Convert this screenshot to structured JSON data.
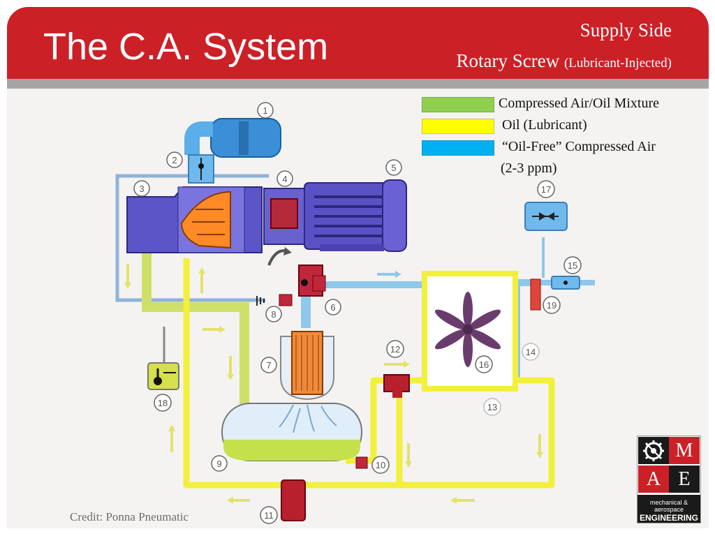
{
  "slide": {
    "title": "The C.A. System",
    "subtitle_line1": "Supply Side",
    "subtitle_line2_main": "Rotary Screw",
    "subtitle_line2_paren": "(Lubricant-Injected)",
    "credit": "Credit: Ponna Pneumatic"
  },
  "legend": [
    {
      "label": "Compressed Air/Oil Mixture",
      "color": "#8fd14f"
    },
    {
      "label": "Oil (Lubricant)",
      "color": "#ffff00"
    },
    {
      "label": "“Oil-Free” Compressed Air",
      "color": "#00b0f0"
    },
    {
      "label": "(2-3 ppm)"
    }
  ],
  "diagram": {
    "component_numbers": [
      "1",
      "2",
      "3",
      "4",
      "5",
      "6",
      "7",
      "8",
      "9",
      "10",
      "11",
      "12",
      "13",
      "14",
      "15",
      "16",
      "17",
      "18",
      "19"
    ]
  },
  "logo": {
    "letters": [
      "M",
      "A",
      "E"
    ],
    "line1": "mechanical & aerospace",
    "line2": "ENGINEERING",
    "colors": {
      "red": "#cc2027",
      "dark": "#1a1a1a"
    }
  }
}
